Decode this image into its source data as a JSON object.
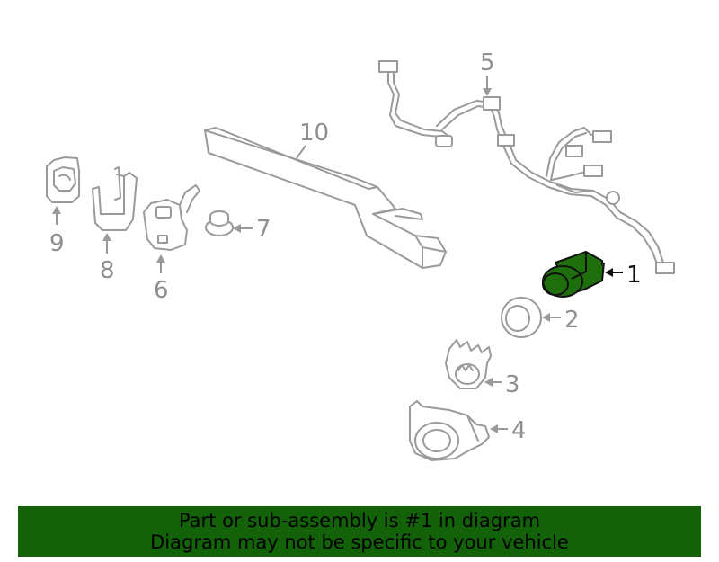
{
  "callouts": {
    "c1": "1",
    "c2": "2",
    "c3": "3",
    "c4": "4",
    "c5": "5",
    "c6": "6",
    "c7": "7",
    "c8": "8",
    "c9": "9",
    "c10": "10"
  },
  "highlighted_part": "1",
  "colors": {
    "highlight_fill": "#1f6e0c",
    "banner_bg": "#136108",
    "part_stroke": "#9a9a9a"
  },
  "banner": {
    "line1": "Part or sub-assembly is #1 in diagram",
    "line2": "Diagram may not be specific to your vehicle"
  }
}
